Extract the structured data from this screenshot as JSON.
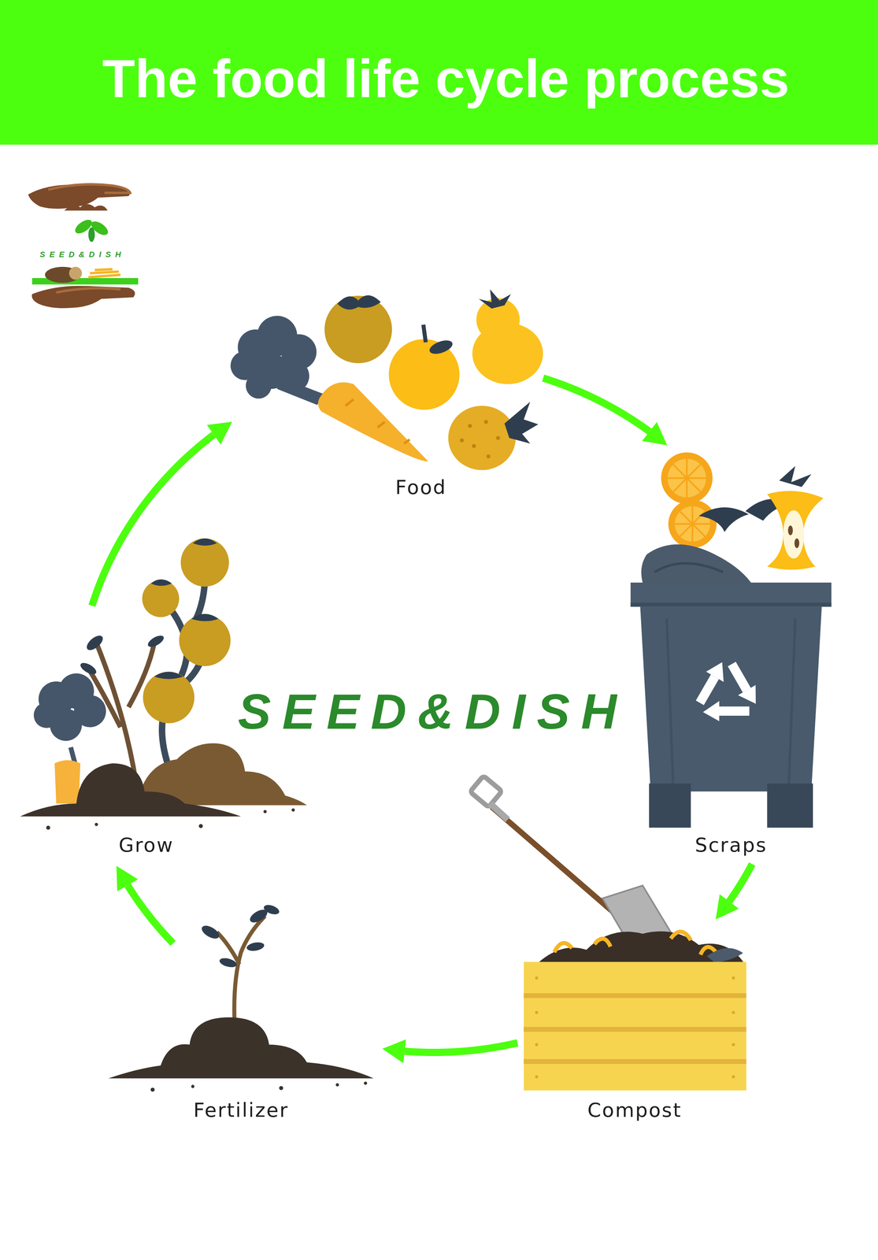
{
  "diagram": {
    "title": "The food life cycle process",
    "nodes": [
      {
        "text": [
          "Food"
        ]
      },
      {
        "text": [
          "Scraps"
        ]
      },
      {
        "text": [
          "Compost"
        ]
      },
      {
        "text": [
          "Fertilizer"
        ]
      },
      {
        "text": [
          "Grow"
        ]
      }
    ],
    "edges": [
      {
        "from": 0,
        "to": 1,
        "arrow": "to"
      },
      {
        "from": 1,
        "to": 2,
        "arrow": "to"
      },
      {
        "from": 2,
        "to": 3,
        "arrow": "to"
      },
      {
        "from": 3,
        "to": 4,
        "arrow": "to"
      },
      {
        "from": 4,
        "to": 0,
        "arrow": "to"
      }
    ],
    "labels": [
      "SEED&DISH",
      "SEED&DISH"
    ]
  }
}
